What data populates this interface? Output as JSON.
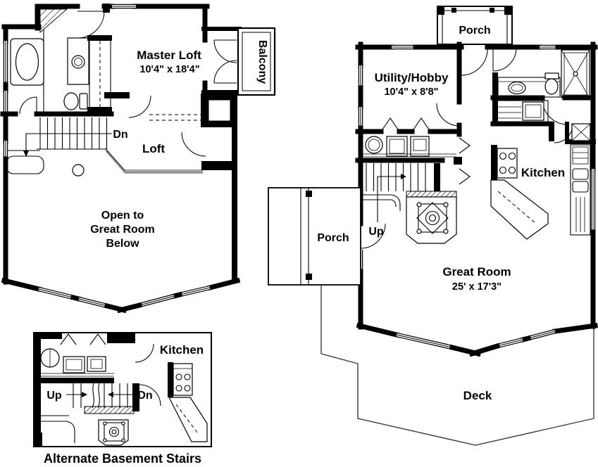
{
  "page": {
    "background_color": "#ffffff",
    "ink_color": "#000000",
    "loft_edge_gray": "#8f8f8f",
    "drawing_type": "house floor plan"
  },
  "upper_floor": {
    "master_loft": {
      "label": "Master Loft",
      "dimensions": "10'4\" x 18'4\""
    },
    "balcony_label": "Balcony",
    "stairs_down_label": "Dn",
    "loft_label": "Loft",
    "open_to_below": {
      "line1": "Open to",
      "line2": "Great Room",
      "line3": "Below"
    }
  },
  "main_floor": {
    "top_porch_label": "Porch",
    "utility_hobby": {
      "label": "Utility/Hobby",
      "dimensions": "10'4\" x 8'8\""
    },
    "kitchen_label": "Kitchen",
    "side_porch_label": "Porch",
    "stairs_up_label": "Up",
    "great_room": {
      "label": "Great Room",
      "dimensions": "25' x 17'3\""
    },
    "deck_label": "Deck"
  },
  "basement_inset": {
    "kitchen_label": "Kitchen",
    "up_label": "Up",
    "down_label": "Dn",
    "caption": "Alternate Basement Stairs"
  }
}
